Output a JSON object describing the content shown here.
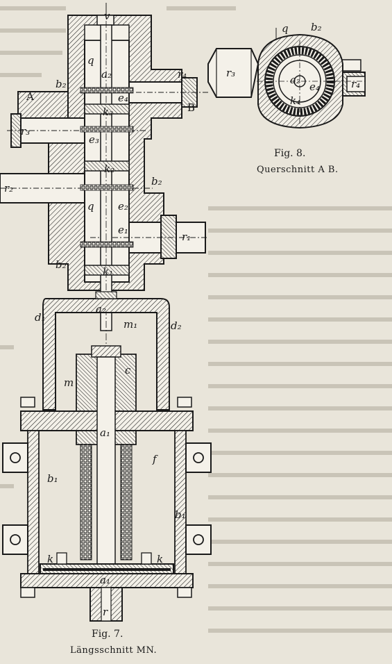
{
  "fig7": {
    "caption": "Fig. 7.",
    "subcaption": "Längsschnitt MN.",
    "labels": {
      "v": "v",
      "q_top": "q",
      "a2_top": "a₂",
      "b2_left_top": "b₂",
      "e4": "e₄",
      "A": "A",
      "B": "B",
      "r4": "r₄",
      "k3": "k₃",
      "r3": "r₃",
      "e3": "e₃",
      "k2": "k₂",
      "b2_right": "b₂",
      "r2": "r₂",
      "q_mid": "q",
      "e2": "e₂",
      "e1": "e₁",
      "r1": "r₁",
      "b2_left_bot": "b₂",
      "k1": "k₁",
      "a2_mid": "a₂",
      "m1": "m₁",
      "d1": "d₁",
      "d2": "d₂",
      "m": "m",
      "c": "c",
      "a1_mid": "a₁",
      "f": "f",
      "b1_left": "b₁",
      "b1_right": "b₁",
      "k_left": "k",
      "k_right": "k",
      "a1_bot": "a₁",
      "r_bot": "r"
    }
  },
  "fig8": {
    "caption": "Fig. 8.",
    "subcaption": "Querschnitt A B.",
    "labels": {
      "q": "q",
      "b2": "b₂",
      "r3": "r₃",
      "a2": "a₂",
      "e4": "e₄",
      "k4": "k₄",
      "r4": "r₄"
    }
  }
}
